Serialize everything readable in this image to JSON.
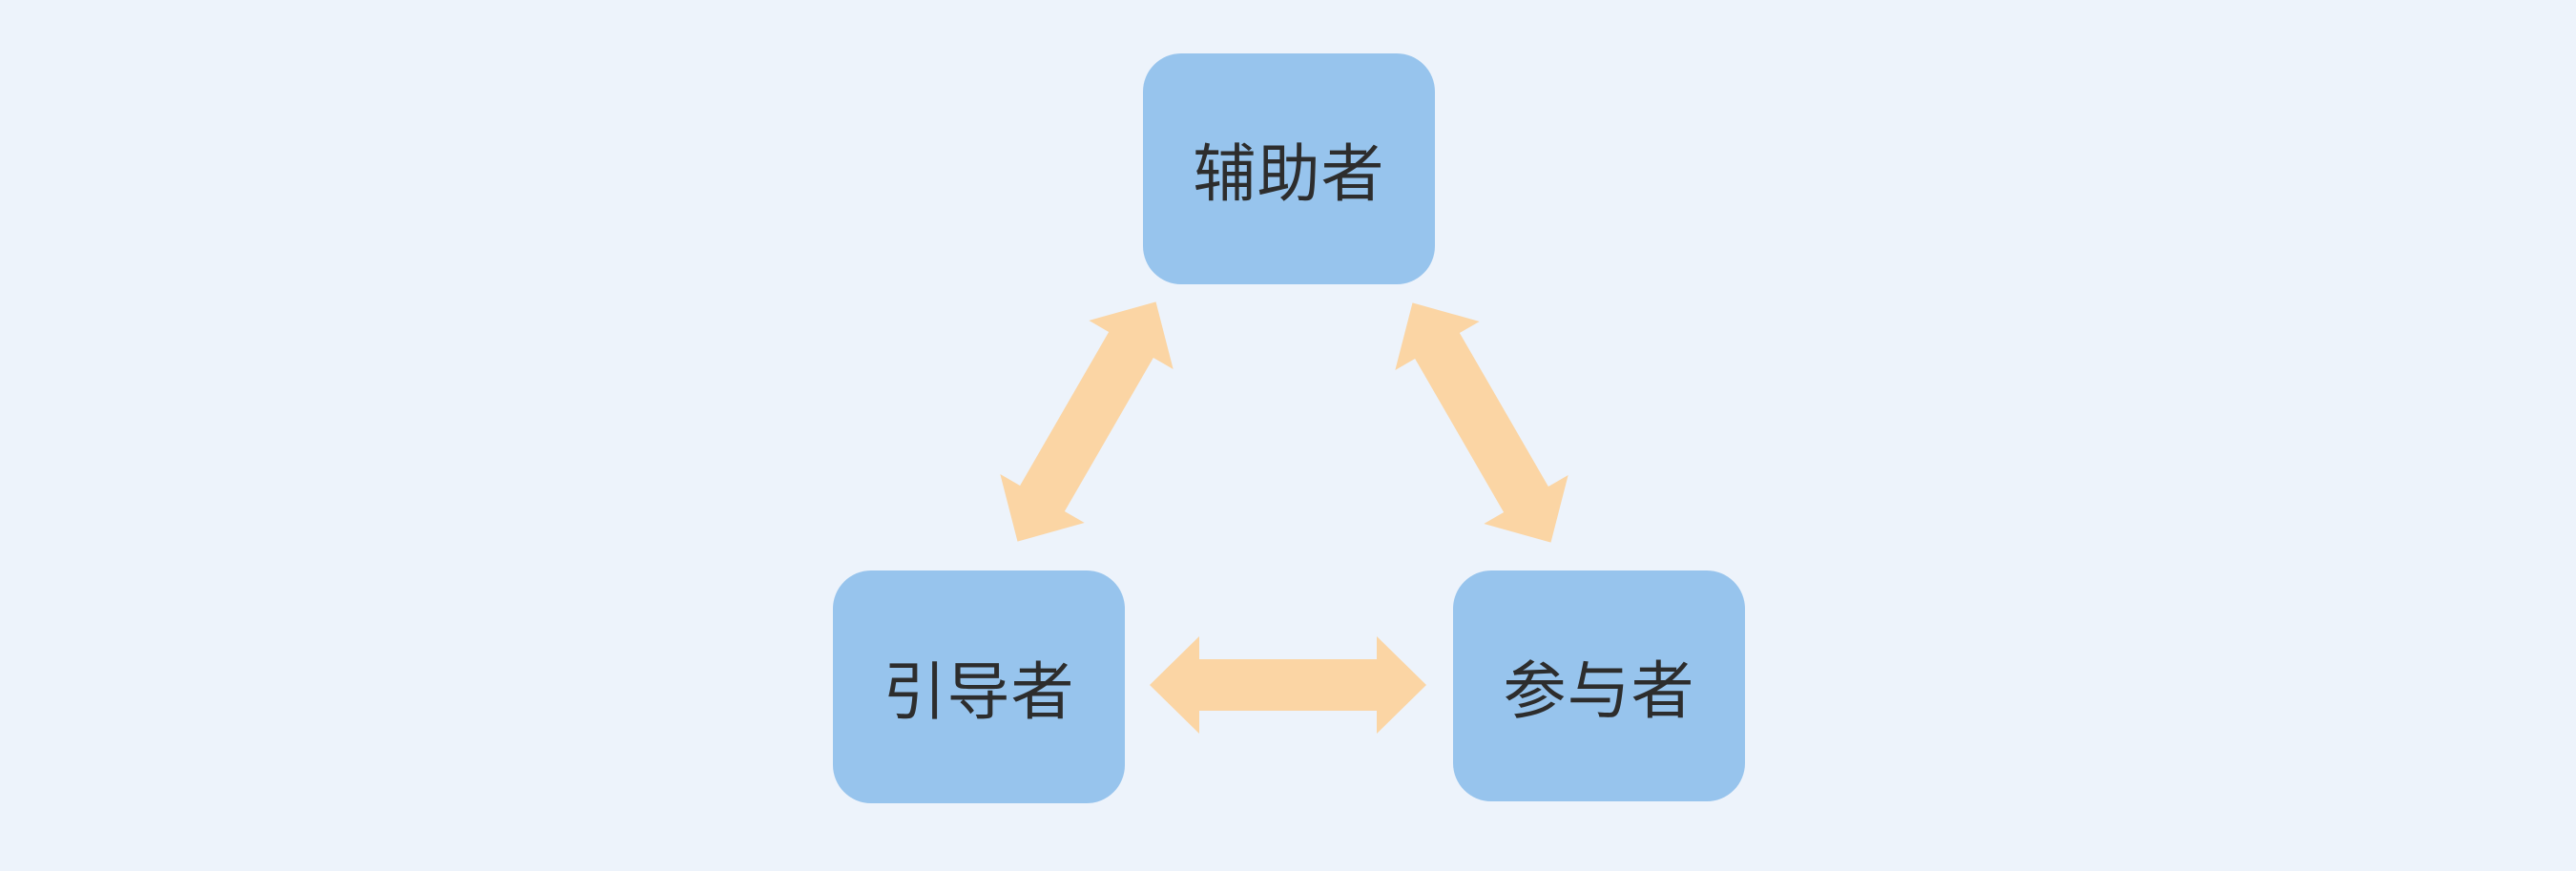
{
  "diagram": {
    "background_color": "#EDF3FB",
    "node_fill_color": "#97C4ED",
    "arrow_fill_color": "#FBD5A4",
    "label_text_color": "#2D2D2D",
    "nodes": [
      {
        "id": "top",
        "label": "辅助者"
      },
      {
        "id": "bottom-left",
        "label": "引导者"
      },
      {
        "id": "bottom-right",
        "label": "参与者"
      }
    ],
    "connections": [
      {
        "from": "辅助者",
        "to": "引导者",
        "style": "double-headed-arrow"
      },
      {
        "from": "辅助者",
        "to": "参与者",
        "style": "double-headed-arrow"
      },
      {
        "from": "引导者",
        "to": "参与者",
        "style": "double-headed-arrow"
      }
    ]
  }
}
